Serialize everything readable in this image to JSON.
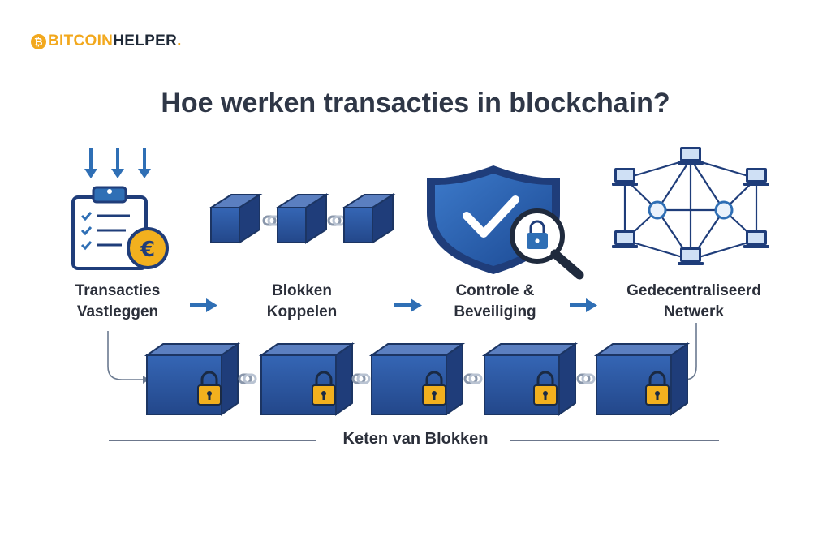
{
  "logo": {
    "part1": "BITCOIN",
    "part2": "HELPER",
    "dot": "."
  },
  "title": "Hoe werken transacties in blockchain?",
  "steps": [
    {
      "line1": "Transacties",
      "line2": "Vastleggen",
      "icon": "clipboard-euro-icon"
    },
    {
      "line1": "Blokken",
      "line2": "Koppelen",
      "icon": "linked-blocks-icon"
    },
    {
      "line1": "Controle &",
      "line2": "Beveiliging",
      "icon": "shield-check-magnifier-icon"
    },
    {
      "line1": "Gedecentraliseerd",
      "line2": "Netwerk",
      "icon": "network-computers-icon"
    }
  ],
  "chain_label": "Keten van Blokken",
  "colors": {
    "navy": "#1f3d7a",
    "block_blue": "#2e5ba8",
    "accent_blue": "#2f6fb5",
    "gold": "#f2b01e",
    "logo_orange": "#f2a81d"
  }
}
